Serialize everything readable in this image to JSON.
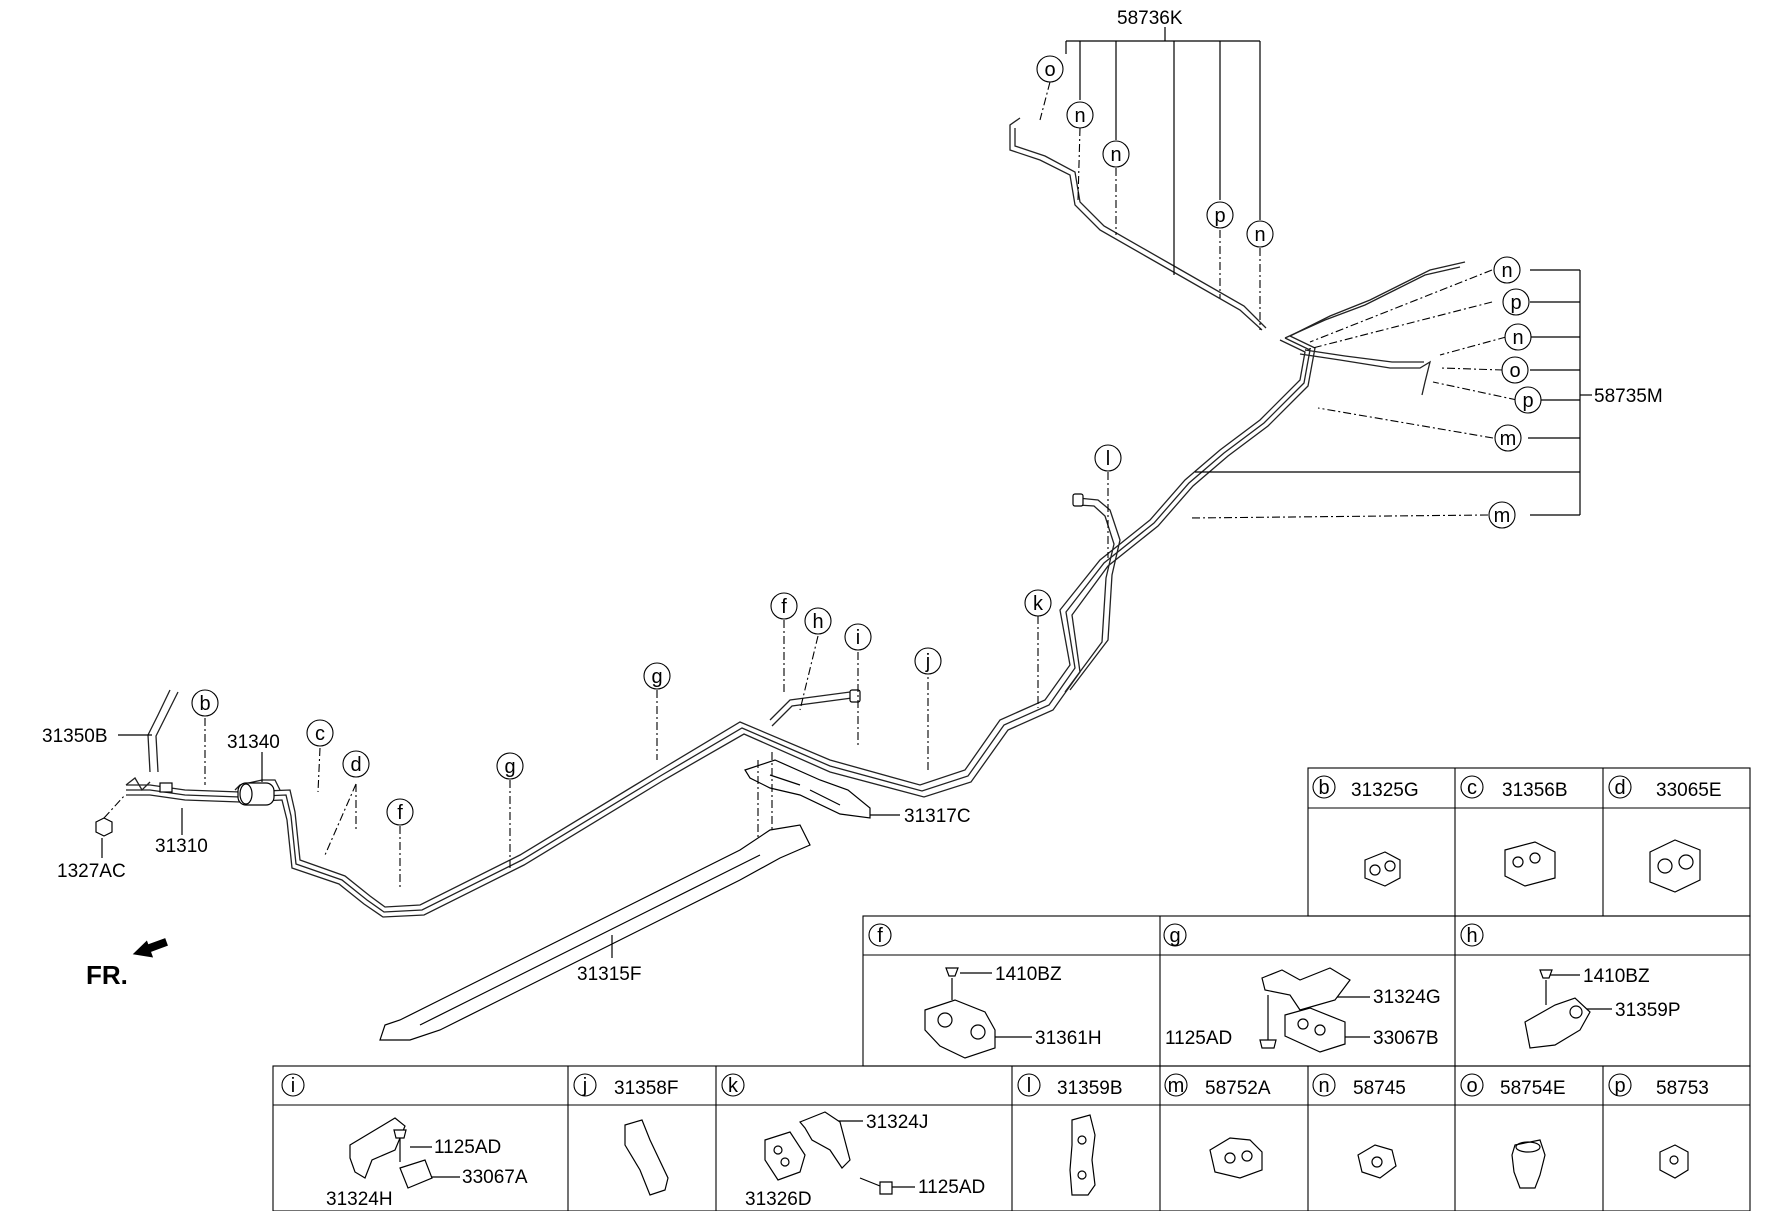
{
  "orientation": {
    "label": "FR.",
    "icon": "front-direction-arrow-icon"
  },
  "part_numbers": {
    "p58736K": "58736K",
    "p58735M": "58735M",
    "p31350B": "31350B",
    "p31340": "31340",
    "p31310": "31310",
    "p1327AC": "1327AC",
    "p31317C": "31317C",
    "p31315F": "31315F"
  },
  "callouts": [
    "b",
    "c",
    "d",
    "f",
    "g",
    "h",
    "i",
    "j",
    "k",
    "l",
    "m",
    "n",
    "o",
    "p"
  ],
  "table": {
    "b": {
      "letter": "b",
      "part": "31325G"
    },
    "c": {
      "letter": "c",
      "part": "31356B"
    },
    "d": {
      "letter": "d",
      "part": "33065E"
    },
    "f": {
      "letter": "f",
      "parts": [
        "1410BZ",
        "31361H"
      ]
    },
    "g": {
      "letter": "g",
      "parts": [
        "31324G",
        "1125AD",
        "33067B"
      ]
    },
    "h": {
      "letter": "h",
      "parts": [
        "1410BZ",
        "31359P"
      ]
    },
    "i": {
      "letter": "i",
      "parts": [
        "1125AD",
        "31324H",
        "33067A"
      ]
    },
    "j": {
      "letter": "j",
      "part": "31358F"
    },
    "k": {
      "letter": "k",
      "parts": [
        "31324J",
        "31326D",
        "1125AD"
      ]
    },
    "l": {
      "letter": "l",
      "part": "31359B"
    },
    "m": {
      "letter": "m",
      "part": "58752A"
    },
    "n": {
      "letter": "n",
      "part": "58745"
    },
    "o": {
      "letter": "o",
      "part": "58754E"
    },
    "p": {
      "letter": "p",
      "part": "58753"
    }
  }
}
